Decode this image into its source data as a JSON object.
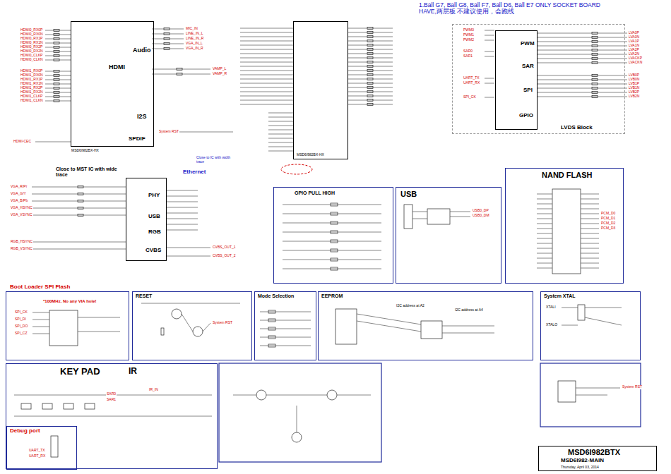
{
  "diagram": {
    "nodes": [
      {
        "text": [
          "HDMI",
          "Audio",
          "I2S",
          "SPDIF"
        ]
      },
      {
        "text": [
          "PHY",
          "USB",
          "RGB",
          "CVBS"
        ]
      },
      {
        "text": [
          "MSD6I982BX-HX"
        ]
      },
      {
        "text": [
          "LVDS Block"
        ]
      },
      {
        "text": [
          "PWM",
          "SAR",
          "SPI",
          "GPIO"
        ],
        "in": 3
      },
      {
        "text": [
          "GPIO PULL HIGH"
        ]
      },
      {
        "text": [
          "USB"
        ]
      },
      {
        "text": [
          "NAND FLASH"
        ]
      },
      {
        "text": [
          "Boot Loader SPI Flash"
        ]
      },
      {
        "text": [
          "RESET"
        ]
      },
      {
        "text": [
          "Mode Selection"
        ]
      },
      {
        "text": [
          "EEPROM"
        ]
      },
      {
        "text": [
          "System XTAL"
        ]
      },
      {
        "text": [
          "KEY PAD",
          "IR"
        ]
      },
      {
        "text": [
          "Debug port"
        ],
        "in": 13
      },
      {
        "text": [
          "MSD6I982BTX",
          "MSD6I982-MAIN",
          "Thursday, April 03, 2014"
        ]
      }
    ],
    "labels": [
      "1.Ball G7, Ball G8, Ball F7, Ball D6, Ball E7 ONLY SOCKET BOARD HAVE,两层板 不建议使用，会跑线",
      "Close to MST IC with wide trace",
      "Ethernet",
      "MSD6I982BX-HX",
      "*100MHz. No any VIA hole!",
      "I2C address at A2",
      "I2C address at A4",
      "Close to IC with width trace",
      "HDMI0_RX0P",
      "HDMI0_RX0N",
      "HDMI0_RX1P",
      "HDMI0_RX1N",
      "HDMI0_RX2P",
      "HDMI0_RX2N",
      "HDMI0_CLKP",
      "HDMI0_CLKN",
      "HDMI1_RX0P",
      "HDMI1_RX0N",
      "HDMI1_RX1P",
      "HDMI1_RX1N",
      "HDMI1_RX2P",
      "HDMI1_RX2N",
      "HDMI1_CLKP",
      "HDMI1_CLKN",
      "HDMI-CEC",
      "MIC_IN",
      "LINE_IN_L",
      "LINE_IN_R",
      "VGA_IN_L",
      "VGA_IN_R",
      "VAMP_L",
      "VAMP_R",
      "System RST",
      "VGA_R/Pr",
      "VGA_G/Y",
      "VGA_B/Pb",
      "VGA_HSYNC",
      "VGA_VSYNC",
      "RGB_HSYNC",
      "RGB_VSYNC",
      "CVBS_OUT_1",
      "CVBS_OUT_2",
      "PWM0",
      "PWM1",
      "PWM2",
      "SAR0",
      "SAR1",
      "UART_TX",
      "UART_RX",
      "SPI_CK",
      "LVA0P",
      "LVA0N",
      "LVA1P",
      "LVA1N",
      "LVA2P",
      "LVA2N",
      "LVACKP",
      "LVACKN",
      "LVB0P",
      "LVB0N",
      "LVB1P",
      "LVB1N",
      "LVB2P",
      "LVB2N",
      "SPI_CK",
      "SPI_DI",
      "SPI_DO",
      "SPI_CZ",
      "System RST",
      "System RST",
      "PCM_D0",
      "PCM_D1",
      "PCM_D2",
      "PCM_D3",
      "XTALI",
      "XTALO",
      "IR_IN",
      "SAR0",
      "SAR1",
      "UART_TX",
      "UART_RX",
      "USB0_DP",
      "USB0_DM"
    ]
  }
}
